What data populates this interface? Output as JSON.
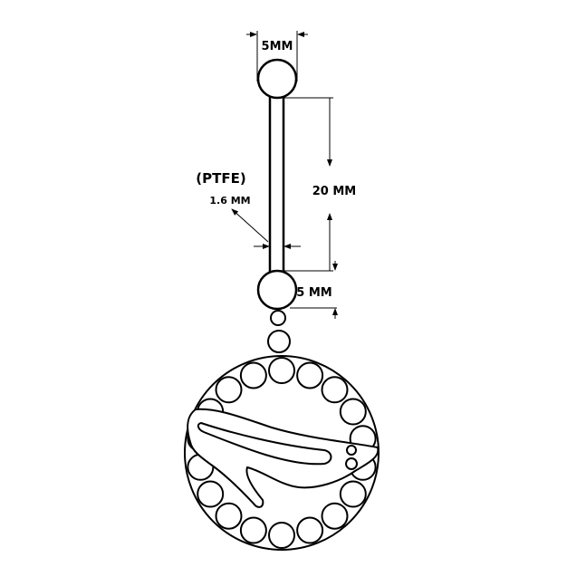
{
  "labels": {
    "top_ball_diameter": "5MM",
    "material": "(PTFE)",
    "bar_gauge": "1.6 MM",
    "bar_length": "20 MM",
    "bottom_ball_diameter": "5 MM"
  },
  "colors": {
    "line": "#000000",
    "background": "#ffffff"
  },
  "charm": {
    "stone_count": 18
  }
}
